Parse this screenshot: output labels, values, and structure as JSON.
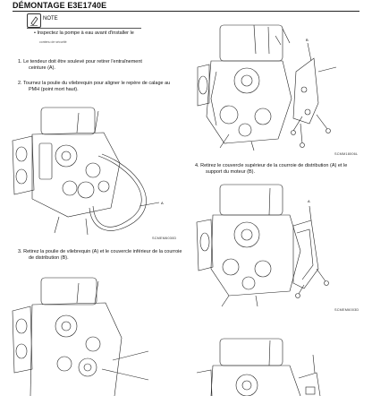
{
  "header": {
    "title": "DÉMONTAGE E3E1740E"
  },
  "note": {
    "label": "NOTE",
    "icon": "pencil-note-icon",
    "text": "• Inspectez la pompe à eau avant d'installer le",
    "subtext": "contenu de sécurité"
  },
  "steps": [
    {
      "text_line1": "1. Le tendeur doit être soulevé pour retirer l'entraînement",
      "text_line2": "ceinture (A)."
    },
    {
      "text_line1": "2. Tournez la poulie du vilebrequin pour aligner le repère de calage au",
      "text_line2": "PMH (point mort haut)."
    },
    {
      "text_line1": "3. Retirez la poulie de vilebrequin (A) et le couvercle inférieur de la courroie",
      "text_line2": "de distribution (B)."
    },
    {
      "text_line1": "4. Retirez le couvercle supérieur de la courroie de distribution (A) et le",
      "text_line2": "support du moteur (B)."
    }
  ],
  "figures": {
    "fig_top_right_caption": "SCMM18006L",
    "fig_left_caption": "SCMEM6030D",
    "fig_mid_right_caption": "SCMEM6003D",
    "label_a": "A",
    "label_b": "B"
  }
}
